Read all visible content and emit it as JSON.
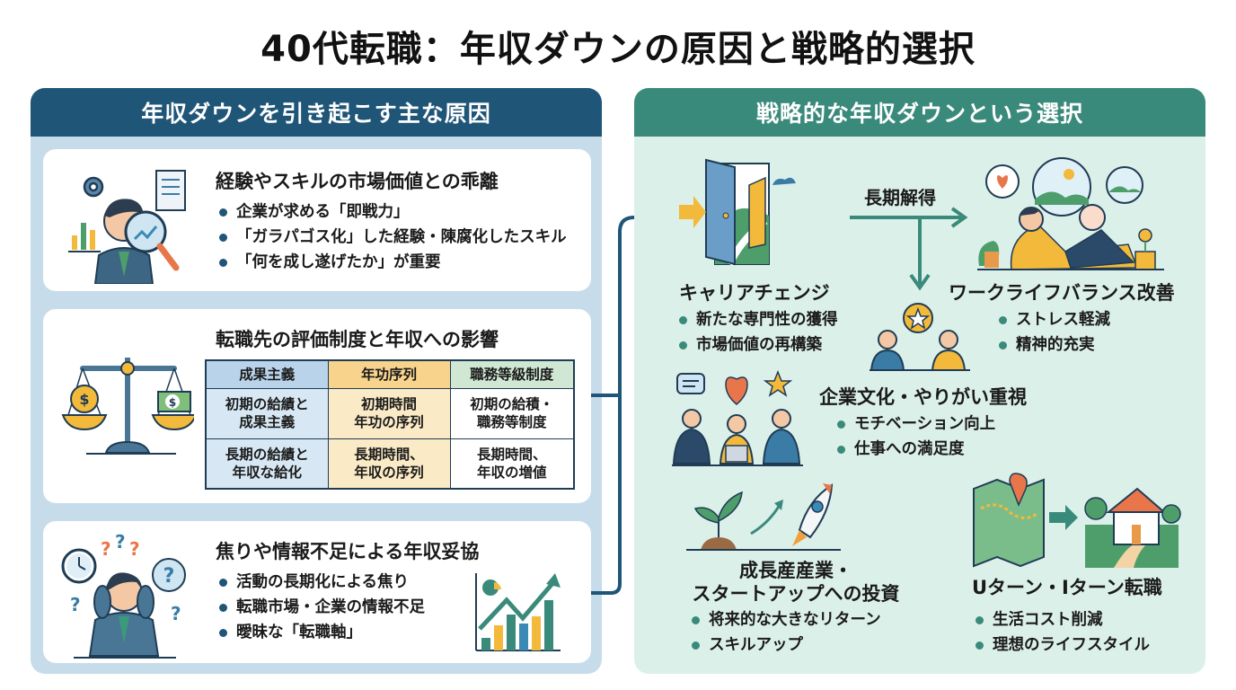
{
  "title": "40代転職：年収ダウンの原因と戦略的選択",
  "left_panel": {
    "header": "年収ダウンを引き起こす主な原因",
    "cards": [
      {
        "title": "経験やスキルの市場価値との乖離",
        "icon": "businessman-magnifier-icon",
        "bullets": [
          "企業が求める「即戦力」",
          "「ガラパゴス化」した経験・陳腐化したスキル",
          "「何を成し遂げたか」が重要"
        ]
      },
      {
        "title": "転職先の評価制度と年収への影響",
        "icon": "balance-scale-icon",
        "table": {
          "headers": [
            "成果主義",
            "年功序列",
            "職務等級制度"
          ],
          "rows": [
            [
              [
                "初期の給績と",
                "成果主義"
              ],
              [
                "初期時間",
                "年功の序列"
              ],
              [
                "初期の給積・",
                "職務等制度"
              ]
            ],
            [
              [
                "長期の給績と",
                "年収な給化"
              ],
              [
                "長期時間、",
                "年収の序列"
              ],
              [
                "長期時間、",
                "年収の増値"
              ]
            ]
          ]
        }
      },
      {
        "title": "焦りや情報不足による年収妥協",
        "icon": "stressed-businessman-icon",
        "bullets": [
          "活動の長期化による焦り",
          "転職市場・企業の情報不足",
          "曖昧な「転職軸」"
        ]
      }
    ]
  },
  "right_panel": {
    "header": "戦略的な年収ダウンという選択",
    "flow_label": "長期解得",
    "options": [
      {
        "title": "キャリアチェンジ",
        "icon": "open-door-icon",
        "bullets": [
          "新たな専門性の獲得",
          "市場価値の再構築"
        ]
      },
      {
        "title": "ワークライフバランス改善",
        "icon": "relaxing-person-icon",
        "bullets": [
          "ストレス軽減",
          "精神的充実"
        ]
      },
      {
        "title": "企業文化・やりがい重視",
        "icon": "team-celebration-icon",
        "bullets": [
          "モチベーション向上",
          "仕事への満足度"
        ]
      },
      {
        "title_lines": [
          "成長産産業・",
          "スタートアップへの投資"
        ],
        "icon": "sprout-rocket-icon",
        "bullets": [
          "将来的な大きなリターン",
          "スキルアップ"
        ]
      },
      {
        "title": "Uターン・Iターン転職",
        "icon": "map-house-icon",
        "bullets": [
          "生活コスト削減",
          "理想のライフスタイル"
        ]
      }
    ]
  },
  "colors": {
    "left_header": "#1f5577",
    "left_bg": "#c7dcea",
    "right_header": "#3a8a7b",
    "right_bg": "#dcf0ea",
    "accent_yellow": "#f2b93b",
    "accent_orange": "#e8764a",
    "accent_green": "#4d9e6a"
  }
}
